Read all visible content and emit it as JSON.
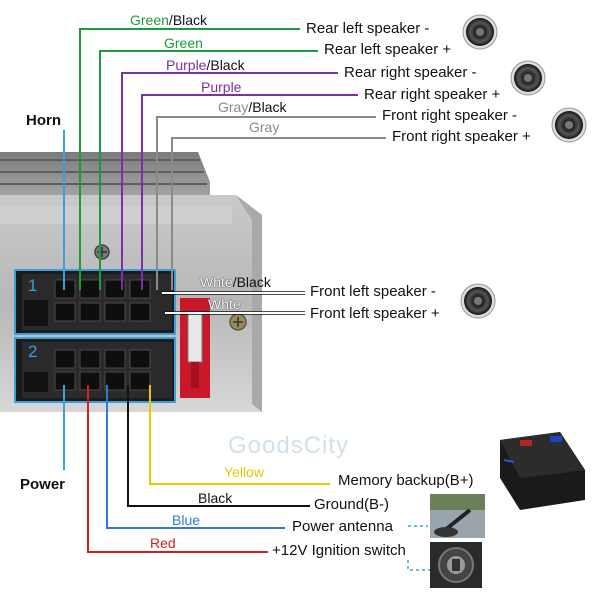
{
  "sections": {
    "horn": "Horn",
    "power": "Power"
  },
  "connectors": {
    "one": "1",
    "two": "2"
  },
  "watermark": "GoodsCity",
  "wires": [
    {
      "id": "green-black",
      "color_a": "#1d9a3c",
      "color_b": "#111111",
      "label_a": "Green",
      "sep": "/",
      "label_b": "Black",
      "target": "Rear left speaker -"
    },
    {
      "id": "green",
      "color_a": "#1d9a3c",
      "label_a": "Green",
      "target": "Rear left speaker +"
    },
    {
      "id": "purple-black",
      "color_a": "#7d2fa6",
      "color_b": "#111111",
      "label_a": "Purple",
      "sep": "/",
      "label_b": "Black",
      "target": "Rear right speaker -"
    },
    {
      "id": "purple",
      "color_a": "#7d2fa6",
      "label_a": "Purple",
      "target": "Rear right speaker +"
    },
    {
      "id": "gray-black",
      "color_a": "#8a8a8a",
      "color_b": "#111111",
      "label_a": "Gray",
      "sep": "/",
      "label_b": "Black",
      "target": "Front right speaker -"
    },
    {
      "id": "gray",
      "color_a": "#8a8a8a",
      "label_a": "Gray",
      "target": "Front right speaker +"
    },
    {
      "id": "white-black",
      "color_a": "#ffffff",
      "color_b": "#111111",
      "label_a": "Whte",
      "sep": "/",
      "label_b": "Black",
      "target": "Front left speaker -"
    },
    {
      "id": "white",
      "color_a": "#ffffff",
      "label_a": "Whte",
      "target": "Front left speaker +"
    },
    {
      "id": "yellow",
      "color_a": "#e8c800",
      "label_a": "Yellow",
      "target": "Memory backup(B+)"
    },
    {
      "id": "black",
      "color_a": "#111111",
      "label_a": "Black",
      "target": "Ground(B-)"
    },
    {
      "id": "blue",
      "color_a": "#2f7ad6",
      "label_a": "Blue",
      "target": "Power antenna"
    },
    {
      "id": "red",
      "color_a": "#d42020",
      "label_a": "Red",
      "target": "+12V Ignition switch"
    }
  ],
  "icons": {
    "speaker": "speaker-icon",
    "battery": "car-battery-icon",
    "antenna": "car-antenna-icon",
    "ignition": "ignition-switch-icon"
  }
}
